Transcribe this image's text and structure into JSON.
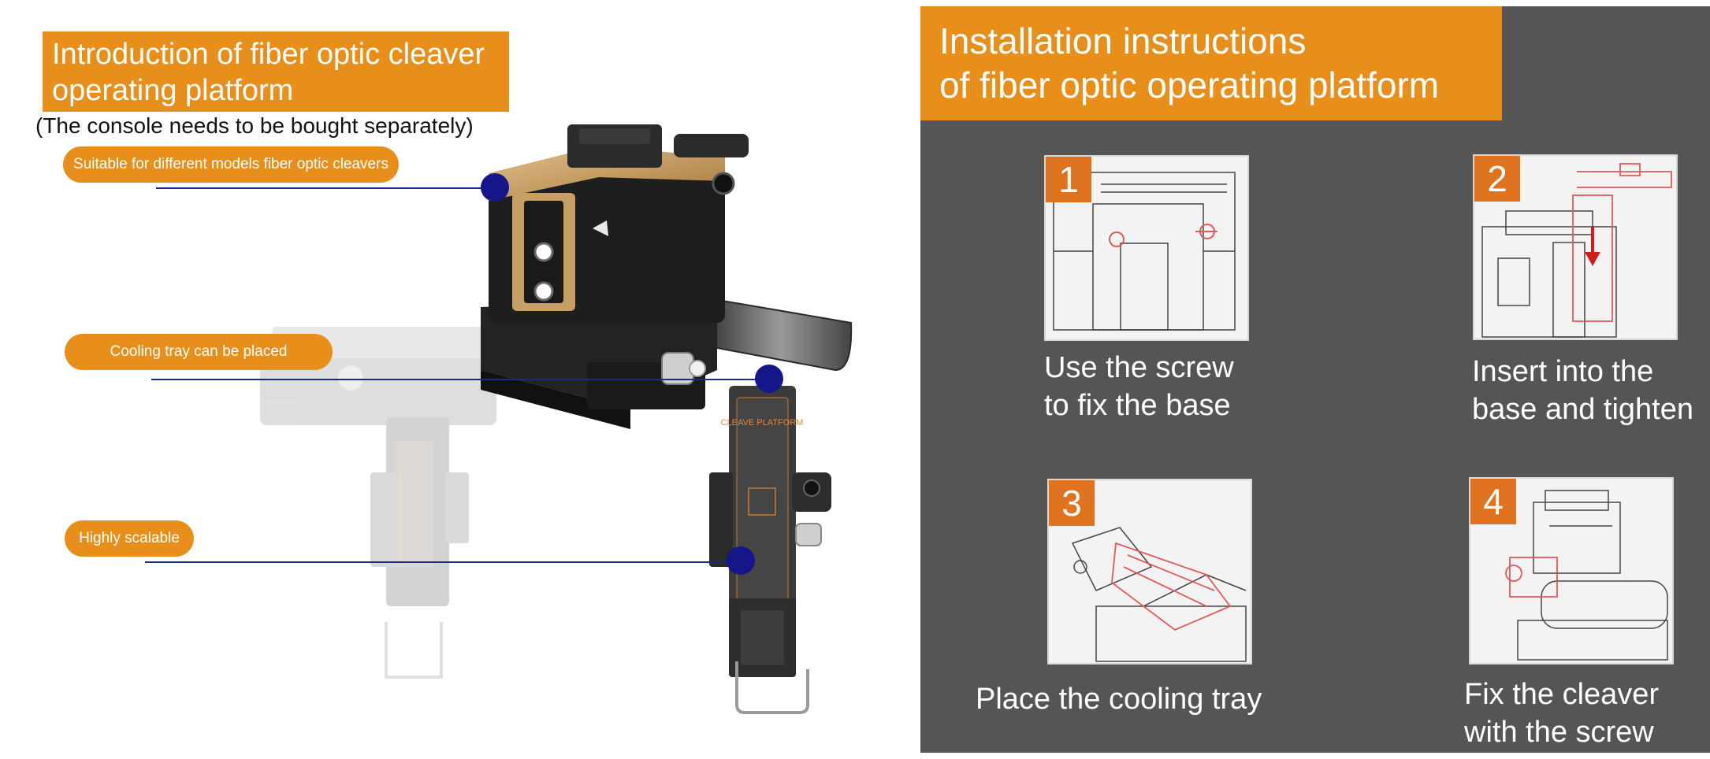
{
  "left": {
    "title": "Introduction of fiber optic cleaver\noperating platform",
    "subtitle": "(The console needs to be bought separately)",
    "callouts": [
      {
        "label": "Suitable for different models fiber optic cleavers"
      },
      {
        "label": "Cooling tray can be placed"
      },
      {
        "label": "Highly scalable"
      }
    ],
    "product_label": "CLEAVE PLATFORM"
  },
  "right": {
    "title": "Installation instructions\nof fiber optic operating platform",
    "steps": [
      {
        "number": "1",
        "caption": "Use the screw\nto fix the base"
      },
      {
        "number": "2",
        "caption": "Insert into the\nbase and tighten"
      },
      {
        "number": "3",
        "caption": "Place the  cooling tray"
      },
      {
        "number": "4",
        "caption": "Fix the cleaver\nwith the screw"
      }
    ]
  },
  "colors": {
    "accent_orange": "#e78f1a",
    "step_badge_orange": "#e0731f",
    "panel_gray": "#555555",
    "callout_dot_blue": "#15168a"
  }
}
